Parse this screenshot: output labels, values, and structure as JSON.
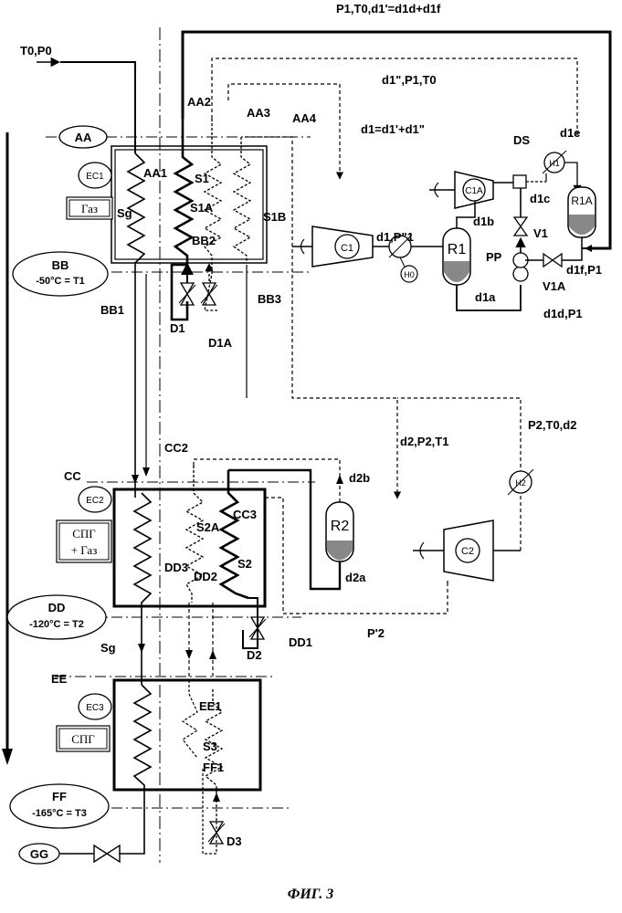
{
  "labels": {
    "t0p0": "T0,P0",
    "aa": "AA",
    "aa1": "AA1",
    "aa2": "AA2",
    "aa3": "AA3",
    "aa4": "AA4",
    "ec1": "EC1",
    "gas1": "Газ",
    "sg_top": "Sg",
    "s1": "S1",
    "s1a": "S1A",
    "s1b": "S1B",
    "bb2": "BB2",
    "bb": "BB",
    "bb_temp": "-50°C = T1",
    "bb1": "BB1",
    "bb3": "BB3",
    "d1": "D1",
    "d1a_valve": "D1A",
    "top_flow": "P1,T0,d1'=d1d+d1f",
    "d1pp_flow": "d1\",P1,T0",
    "d1_eq": "d1=d1'+d1\"",
    "ds": "DS",
    "d1e": "d1e",
    "h1": "H1",
    "c1a": "C1A",
    "r1a": "R1A",
    "d1c": "d1c",
    "d1b": "d1b",
    "v1": "V1",
    "r1": "R1",
    "pp": "PP",
    "c1": "C1",
    "d1_p1": "d1,P\"1",
    "h0": "H0",
    "d1a_line": "d1a",
    "v1a": "V1A",
    "d1f_p1": "d1f,P1",
    "d1d_p1": "d1d,P1",
    "p2_t0_d2": "P2,T0,d2",
    "d2_p2_t1": "d2,P2,T1",
    "cc": "CC",
    "cc2": "CC2",
    "cc3": "CC3",
    "ec2": "EC2",
    "lng_gas_1": "СПГ",
    "lng_gas_2": "+ Газ",
    "s2a": "S2A",
    "s2": "S2",
    "d2b": "d2b",
    "r2": "R2",
    "d2a": "d2a",
    "h2": "H2",
    "c2": "C2",
    "dd3": "DD3",
    "dd2": "DD2",
    "dd": "DD",
    "dd_temp": "-120°C = T2",
    "dd1": "DD1",
    "p2prime": "P'2",
    "d2": "D2",
    "sg_mid": "Sg",
    "ee": "EE",
    "ec3": "EC3",
    "lng": "СПГ",
    "ee1": "EE1",
    "s3": "S3",
    "ff1": "FF1",
    "ff": "FF",
    "ff_temp": "-165°C = T3",
    "gg": "GG",
    "d3": "D3",
    "caption": "ФИГ. 3"
  }
}
